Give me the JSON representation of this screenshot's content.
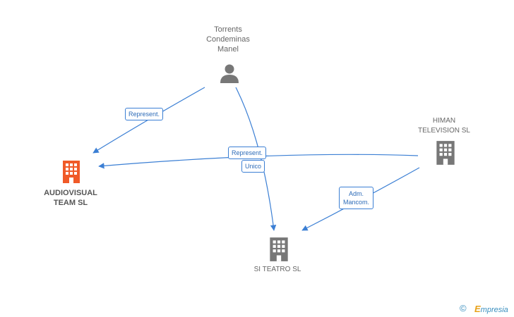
{
  "nodes": {
    "person": {
      "line1": "Torrents",
      "line2": "Condeminas",
      "line3": "Manel"
    },
    "audiovisual": {
      "line1": "AUDIOVISUAL",
      "line2": "TEAM  SL"
    },
    "himan": {
      "line1": "HIMAN",
      "line2": "TELEVISION  SL"
    },
    "teatro": {
      "line1": "SI TEATRO SL"
    }
  },
  "edges": {
    "person_to_audiovisual": "Represent.",
    "person_to_teatro": "Unico",
    "himan_to_audiovisual": "Represent.",
    "himan_to_teatro_line1": "Adm.",
    "himan_to_teatro_line2": "Mancom."
  },
  "footer": {
    "copyright": "©",
    "brand_initial": "E",
    "brand_rest": "mpresia"
  },
  "colors": {
    "edge": "#3b7fd4",
    "highlight_company": "#f05a28",
    "company": "#777777",
    "person": "#777777"
  },
  "icons": {
    "person": "person-icon",
    "company": "building-icon"
  }
}
